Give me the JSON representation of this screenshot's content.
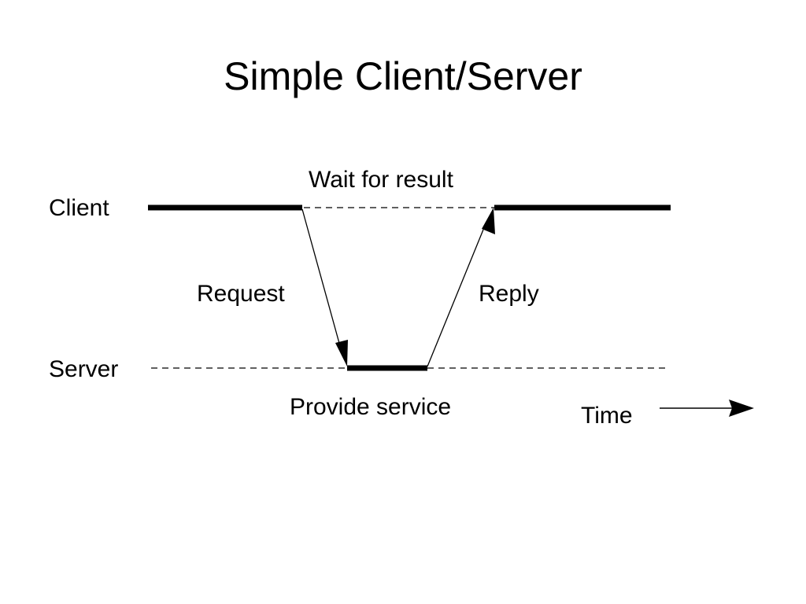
{
  "slide": {
    "title": "Simple Client/Server"
  },
  "diagram": {
    "lanes": {
      "client": "Client",
      "server": "Server"
    },
    "labels": {
      "wait": "Wait for result",
      "request": "Request",
      "reply": "Reply",
      "provide": "Provide service",
      "time": "Time"
    },
    "colors": {
      "ink": "#000000",
      "background": "#ffffff"
    }
  }
}
